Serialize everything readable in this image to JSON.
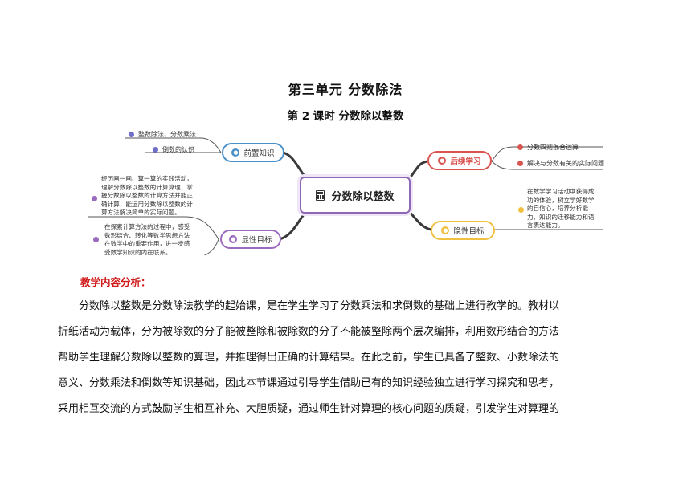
{
  "title": "第三单元 分数除法",
  "subtitle": "第 2 课时 分数除以整数",
  "mindmap": {
    "center": "分数除以整数",
    "left_top": {
      "label": "前置知识",
      "items": [
        "整数除法、分数乘法",
        "倒数的认识"
      ]
    },
    "left_bottom": {
      "label": "显性目标",
      "items": [
        [
          "经历画一画、算一算的实践活动，",
          "理解分数除以整数的计算算理，掌",
          "握分数除以整数的计算方法并能正",
          "确计算，能运用分数除以整数的计",
          "算方法解决简单的实际问题。"
        ],
        [
          "在探索计算方法的过程中，感受",
          "数形结合、转化等数学思想方法",
          "在数学中的重要作用，进一步感",
          "受数学知识的内在联系。"
        ]
      ]
    },
    "right_top": {
      "label": "后续学习",
      "items": [
        "分数四则混合运算",
        "解决与分数有关的实际问题"
      ]
    },
    "right_bottom": {
      "label": "隐性目标",
      "items": [
        [
          "在数学学习活动中获得成",
          "功的体验，树立学好数学",
          "的自信心，培养分析能",
          "力、知识的迁移能力和语",
          "言表达能力。"
        ]
      ]
    },
    "colors": {
      "center": "#8e67b5",
      "left_top": "#4a90c8",
      "left_bottom": "#9b6bc0",
      "right_top": "#d9534f",
      "right_bottom": "#f0c040",
      "branch": "#333333"
    }
  },
  "analysis": {
    "heading": "教学内容分析：",
    "lines": [
      "分数除以整数是分数除法教学的起始课，是在学生学习了分数乘法和求倒数的基础上进行教学的。教材以",
      "折纸活动为载体，分为被除数的分子能被整除和被除数的分子不能被整除两个层次编排，利用数形结合的方法",
      "帮助学生理解分数除以整数的算理，并推理得出正确的计算结果。在此之前，学生已具备了整数、小数除法的",
      "意义、分数乘法和倒数等知识基础，因此本节课通过引导学生借助已有的知识经验独立进行学习探究和思考，",
      "采用相互交流的方式鼓励学生相互补充、大胆质疑，通过师生针对算理的核心问题的质疑，引发学生对算理的"
    ]
  }
}
